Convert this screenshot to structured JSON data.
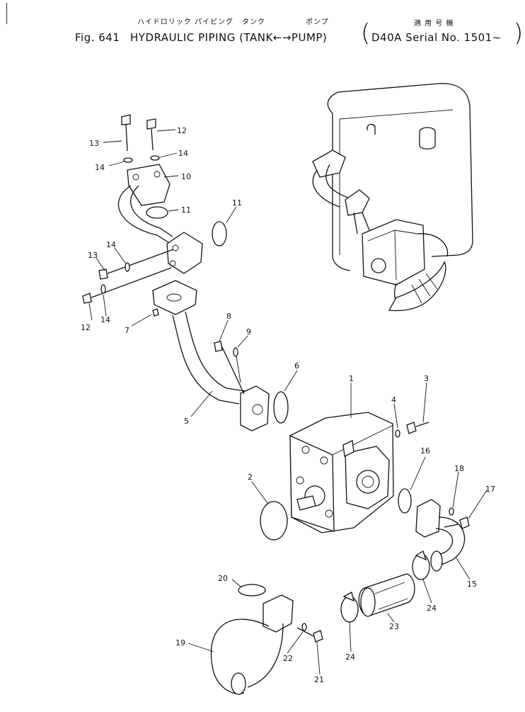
{
  "header": {
    "jp_title_1": "ハイドロリック パイピング",
    "jp_title_2": "タンク",
    "jp_title_3": "ポンプ",
    "jp_applicable": "適 用 号 機",
    "fig_label": "Fig. 641",
    "title": "HYDRAULIC PIPING (TANK←→PUMP)",
    "serial": "D40A Serial No. 1501~"
  },
  "callouts": {
    "c1": "1",
    "c2": "2",
    "c3": "3",
    "c4": "4",
    "c5": "5",
    "c6": "6",
    "c7": "7",
    "c8": "8",
    "c9": "9",
    "c10": "10",
    "c11a": "11",
    "c11b": "11",
    "c12a": "12",
    "c12b": "12",
    "c13a": "13",
    "c13b": "13",
    "c14a": "14",
    "c14b": "14",
    "c14c": "14",
    "c14d": "14",
    "c15": "15",
    "c16": "16",
    "c17": "17",
    "c18": "18",
    "c19": "19",
    "c20": "20",
    "c21": "21",
    "c22": "22",
    "c23": "23",
    "c24a": "24",
    "c24b": "24"
  }
}
